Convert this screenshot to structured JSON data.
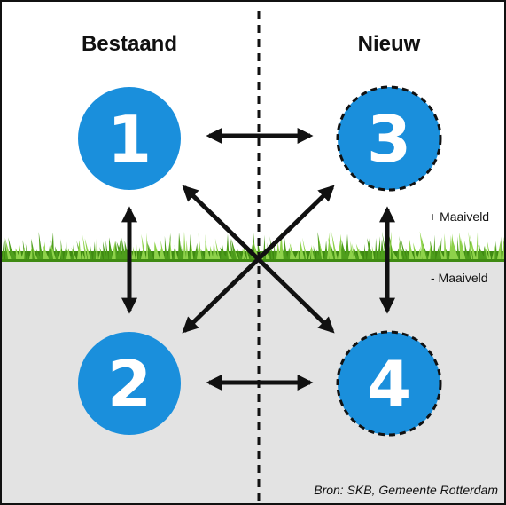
{
  "headings": {
    "left": "Bestaand",
    "right": "Nieuw"
  },
  "nodes": [
    {
      "label": "1",
      "style": "solid"
    },
    {
      "label": "2",
      "style": "solid"
    },
    {
      "label": "3",
      "style": "dashed"
    },
    {
      "label": "4",
      "style": "dashed"
    }
  ],
  "levels": {
    "above": "+ Maaiveld",
    "below": "- Maaiveld"
  },
  "source": "Bron: SKB, Gemeente Rotterdam",
  "colors": {
    "node": "#1a8fdc",
    "ground": "#e3e3e3",
    "grass": "#4e9e1c",
    "grass_light": "#8ed24a",
    "arrow": "#111111",
    "divider": "#111111"
  },
  "icons": {
    "arrow": "double-headed-arrow-icon",
    "grass": "grass-strip-icon"
  }
}
